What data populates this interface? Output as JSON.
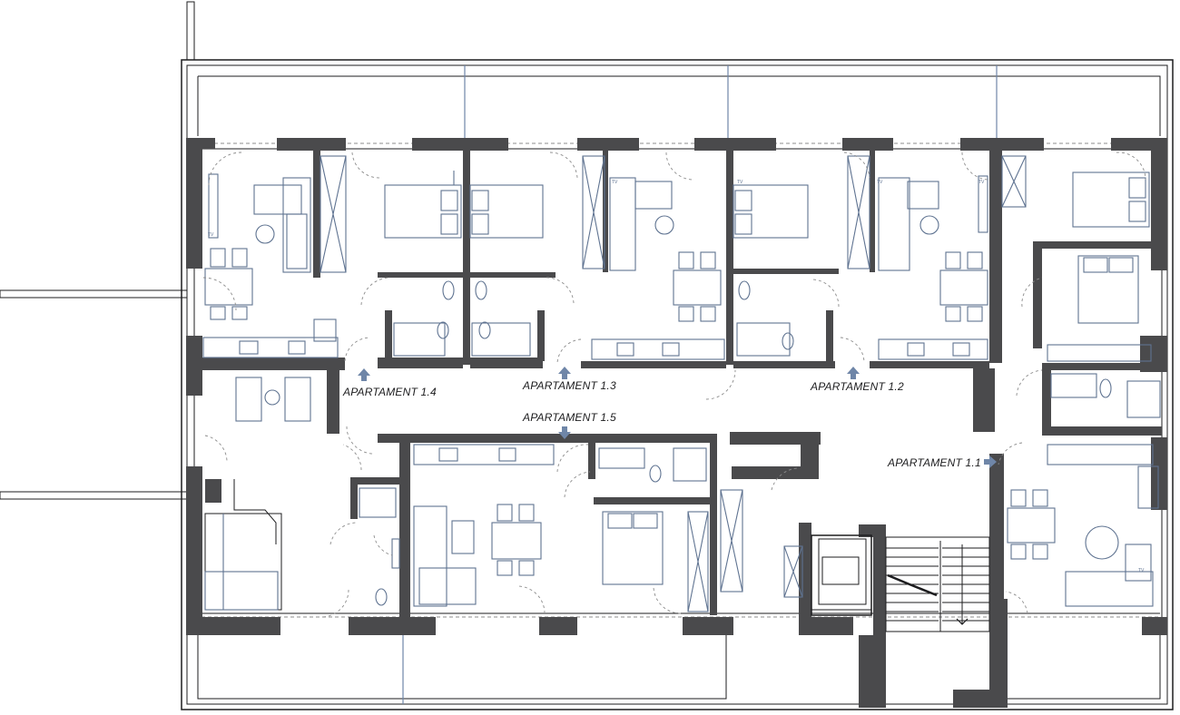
{
  "apartments": [
    {
      "id": "1.1",
      "label": "APARTAMENT 1.1"
    },
    {
      "id": "1.2",
      "label": "APARTAMENT 1.2"
    },
    {
      "id": "1.3",
      "label": "APARTAMENT 1.3"
    },
    {
      "id": "1.4",
      "label": "APARTAMENT 1.4"
    },
    {
      "id": "1.5",
      "label": "APARTAMENT 1.5"
    }
  ],
  "tv_label": "TV",
  "colors": {
    "wall": "#4a4a4c",
    "line": "#1d1d1f",
    "furniture": "#5f7391",
    "arrow": "#6f86a8",
    "dashed": "#8c8c8c"
  }
}
